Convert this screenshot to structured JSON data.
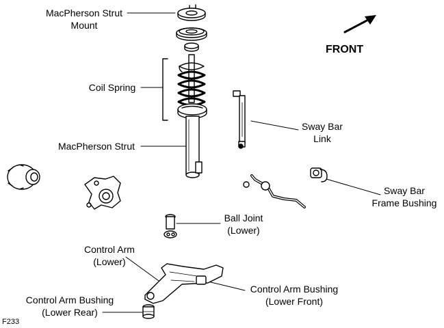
{
  "figure_id": "F233",
  "direction_label": "FRONT",
  "labels": {
    "strut_mount": [
      "MacPherson Strut",
      "Mount"
    ],
    "coil_spring": [
      "Coil Spring"
    ],
    "strut": [
      "MacPherson Strut"
    ],
    "sway_bar_link": [
      "Sway Bar",
      "Link"
    ],
    "sway_bar_frame_bushing": [
      "Sway Bar",
      "Frame Bushing"
    ],
    "ball_joint": [
      "Ball Joint",
      "(Lower)"
    ],
    "control_arm": [
      "Control Arm",
      "(Lower)"
    ],
    "bushing_lower_front": [
      "Control Arm Bushing",
      "(Lower Front)"
    ],
    "bushing_lower_rear": [
      "Control Arm Bushing",
      "(Lower Rear)"
    ]
  }
}
